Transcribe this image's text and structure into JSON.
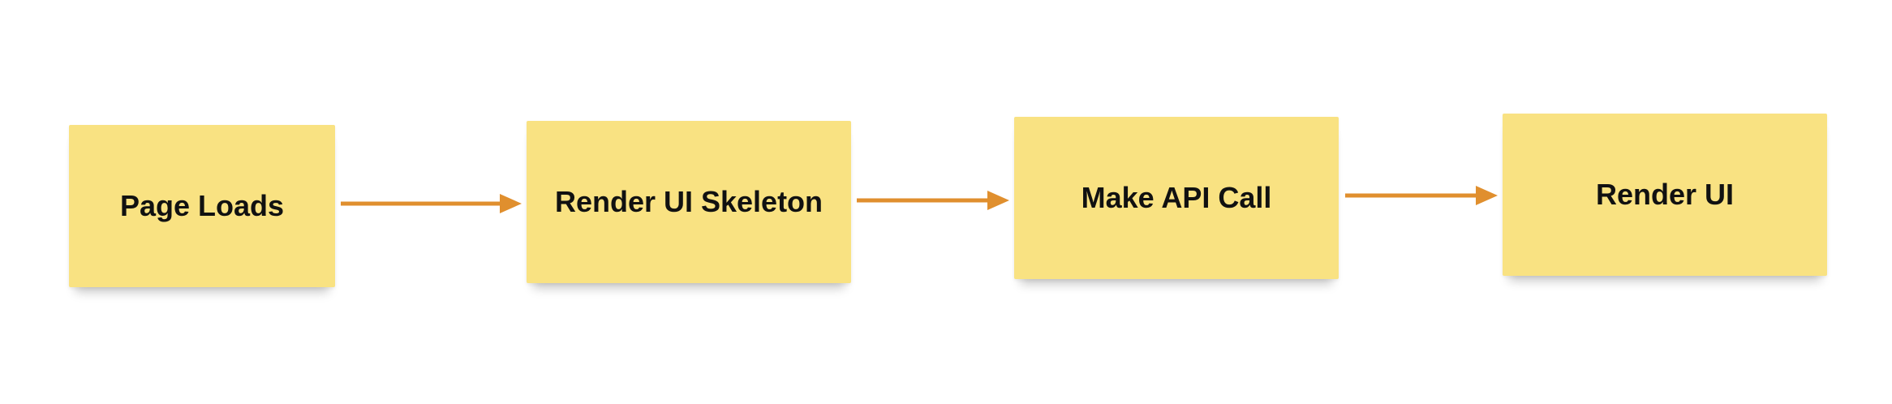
{
  "diagram": {
    "colors": {
      "note_fill": "#f9e282",
      "arrow": "#e08f2e",
      "text": "#111111",
      "background": "#ffffff"
    },
    "nodes": [
      {
        "id": "page-loads",
        "label": "Page Loads"
      },
      {
        "id": "render-ui-skeleton",
        "label": "Render UI Skeleton"
      },
      {
        "id": "make-api-call",
        "label": "Make API Call"
      },
      {
        "id": "render-ui",
        "label": "Render UI"
      }
    ],
    "edges": [
      {
        "from": "page-loads",
        "to": "render-ui-skeleton"
      },
      {
        "from": "render-ui-skeleton",
        "to": "make-api-call"
      },
      {
        "from": "make-api-call",
        "to": "render-ui"
      }
    ]
  }
}
